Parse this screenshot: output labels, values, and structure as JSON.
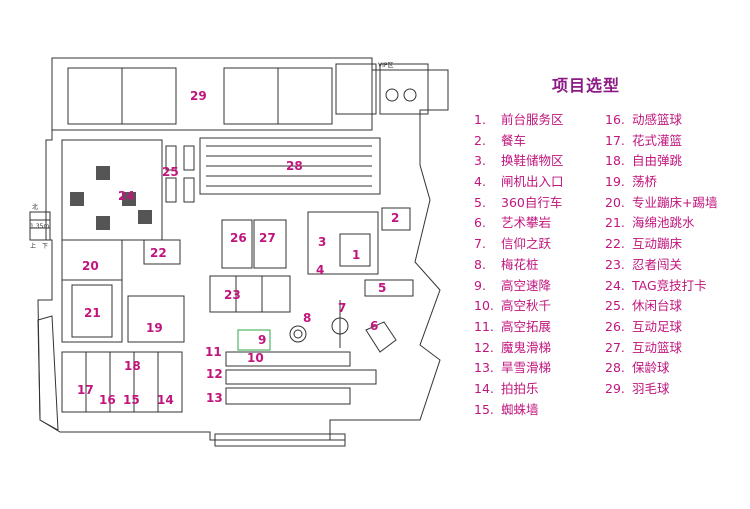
{
  "legend": {
    "title": "项目选型",
    "items": [
      {
        "num": "1.",
        "label": "前台服务区"
      },
      {
        "num": "2.",
        "label": "餐车"
      },
      {
        "num": "3.",
        "label": "换鞋储物区"
      },
      {
        "num": "4.",
        "label": "闸机出入口"
      },
      {
        "num": "5.",
        "label": "360自行车"
      },
      {
        "num": "6.",
        "label": "艺术攀岩"
      },
      {
        "num": "7.",
        "label": "信仰之跃"
      },
      {
        "num": "8.",
        "label": "梅花桩"
      },
      {
        "num": "9.",
        "label": "高空速降"
      },
      {
        "num": "10.",
        "label": "高空秋千"
      },
      {
        "num": "11.",
        "label": "高空拓展"
      },
      {
        "num": "12.",
        "label": "魔鬼滑梯"
      },
      {
        "num": "13.",
        "label": "旱雪滑梯"
      },
      {
        "num": "14.",
        "label": "拍拍乐"
      },
      {
        "num": "15.",
        "label": "蜘蛛墙"
      },
      {
        "num": "16.",
        "label": "动感篮球"
      },
      {
        "num": "17.",
        "label": "花式灌篮"
      },
      {
        "num": "18.",
        "label": "自由弹跳"
      },
      {
        "num": "19.",
        "label": "荡桥"
      },
      {
        "num": "20.",
        "label": "专业蹦床+踢墙"
      },
      {
        "num": "21.",
        "label": "海绵池跳水"
      },
      {
        "num": "22.",
        "label": "互动蹦床"
      },
      {
        "num": "23.",
        "label": "忍者闯关"
      },
      {
        "num": "24.",
        "label": "TAG竞技打卡"
      },
      {
        "num": "25.",
        "label": "休闲台球"
      },
      {
        "num": "26.",
        "label": "互动足球"
      },
      {
        "num": "27.",
        "label": "互动篮球"
      },
      {
        "num": "28.",
        "label": "保龄球"
      },
      {
        "num": "29.",
        "label": "羽毛球"
      }
    ]
  },
  "plan": {
    "zones": [
      "1",
      "2",
      "3",
      "4",
      "5",
      "6",
      "7",
      "8",
      "9",
      "10",
      "11",
      "12",
      "13",
      "14",
      "15",
      "16",
      "17",
      "18",
      "19",
      "20",
      "21",
      "22",
      "23",
      "24",
      "25",
      "26",
      "27",
      "28",
      "29"
    ],
    "small_text": {
      "vip": "VIP区",
      "stair_up": "上",
      "stair_down": "下",
      "north_label": "北",
      "dim": "1.35m"
    }
  },
  "colors": {
    "title": "#8b1a85",
    "label": "#c0157d",
    "line": "#333333",
    "accent_green": "#2ea84a"
  }
}
